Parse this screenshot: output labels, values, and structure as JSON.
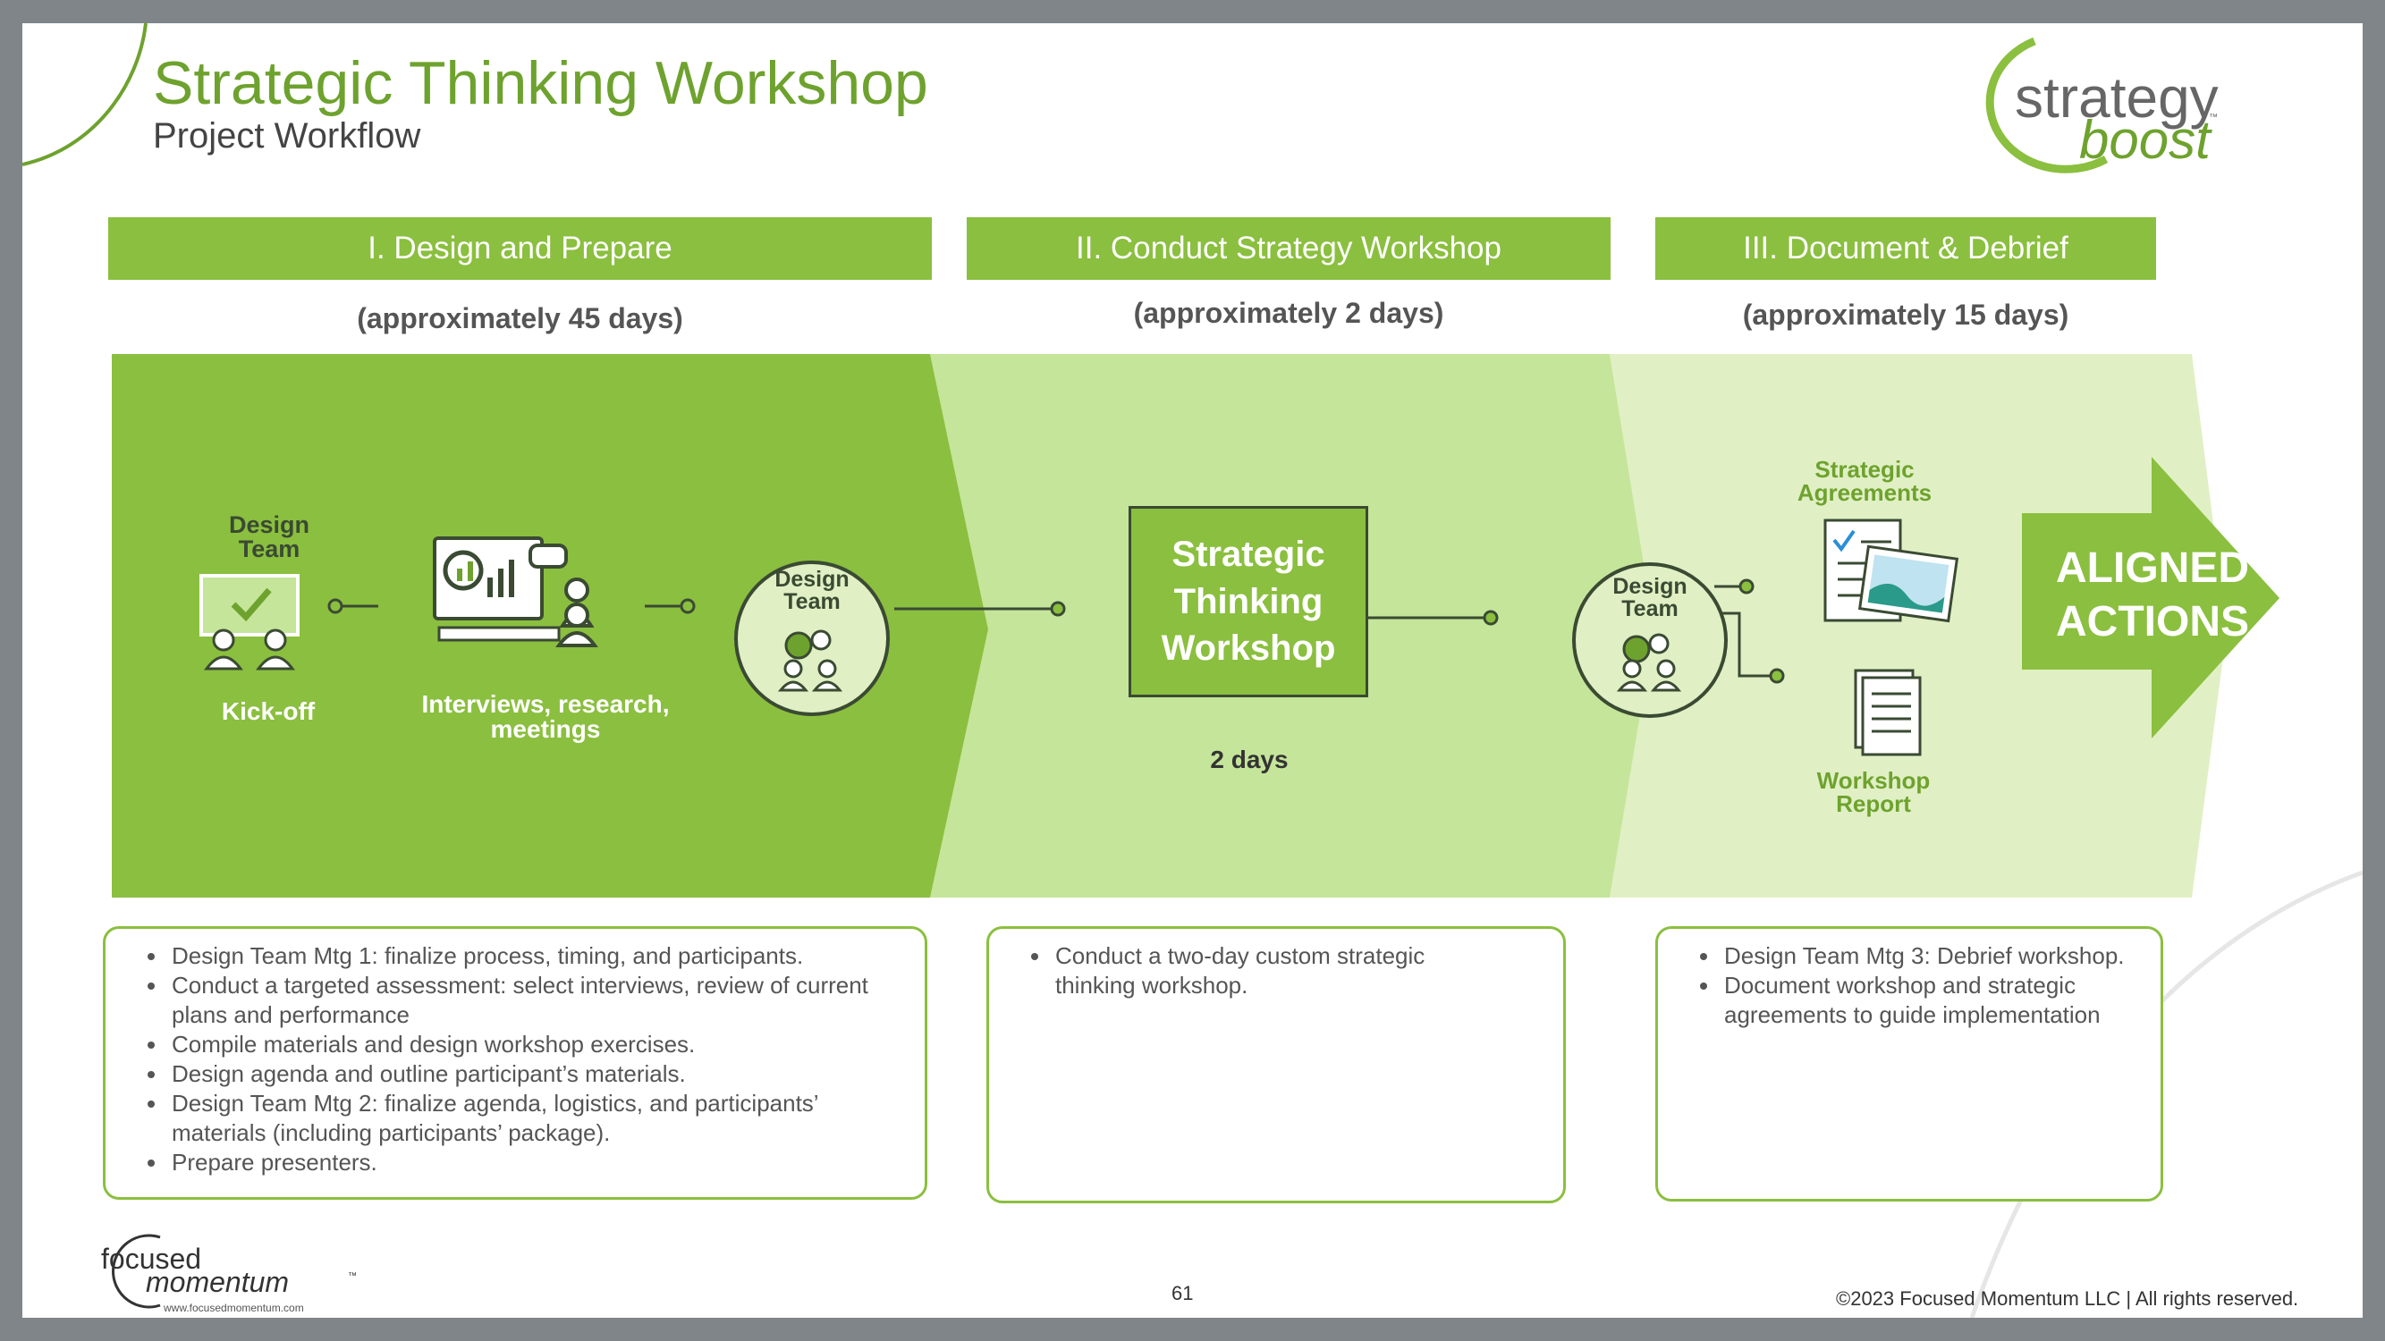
{
  "header": {
    "title": "Strategic Thinking Workshop",
    "subtitle": "Project Workflow"
  },
  "logo": {
    "word1": "strategy",
    "word2": "boost",
    "tm": "™"
  },
  "phases": [
    {
      "label": "I. Design and Prepare",
      "duration": "(approximately 45 days)"
    },
    {
      "label": "II. Conduct Strategy Workshop",
      "duration": "(approximately 2 days)"
    },
    {
      "label": "III. Document & Debrief",
      "duration": "(approximately 15 days)"
    }
  ],
  "flow": {
    "design_team_1": [
      "Design",
      "Team"
    ],
    "kickoff": "Kick-off",
    "interviews": [
      "Interviews, research,",
      "meetings"
    ],
    "design_team_2": [
      "Design",
      "Team"
    ],
    "workshop_box": [
      "Strategic",
      "Thinking",
      "Workshop"
    ],
    "workshop_days": "2 days",
    "design_team_3": [
      "Design",
      "Team"
    ],
    "strategic_agreements": [
      "Strategic",
      "Agreements"
    ],
    "workshop_report": [
      "Workshop",
      "Report"
    ],
    "aligned_actions": [
      "ALIGNED",
      "ACTIONS"
    ]
  },
  "details": [
    {
      "items": [
        "Design Team Mtg 1: finalize process, timing, and participants.",
        "Conduct a targeted assessment: select interviews, review of current plans and performance",
        "Compile materials and design workshop exercises.",
        "Design agenda and outline participant’s materials.",
        "Design Team Mtg 2: finalize agenda, logistics, and participants’ materials (including participants’ package).",
        "Prepare presenters."
      ]
    },
    {
      "items": [
        "Conduct a two-day custom strategic thinking workshop."
      ]
    },
    {
      "items": [
        "Design Team Mtg 3: Debrief workshop.",
        "Document workshop and strategic agreements to guide implementation"
      ]
    }
  ],
  "footer": {
    "page_number": "61",
    "copyright": "©2023 Focused Momentum LLC | All rights reserved.",
    "fm_logo": {
      "word1": "focused",
      "word2": "momentum",
      "tm": "™",
      "url": "www.focusedmomentum.com"
    }
  },
  "colors": {
    "dark_green": "#8bbf3f",
    "mid_green": "#c5e59a",
    "light_green": "#e0f0c4",
    "title_green": "#6ea22e"
  }
}
